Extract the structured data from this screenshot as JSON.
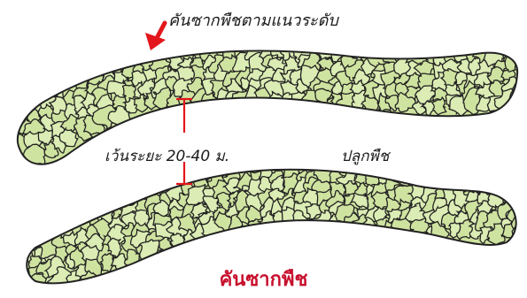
{
  "labels": {
    "contour_hedge": "คันซากพืชตามแนวระดับ",
    "spacing": "เว้นระยะ 20-40 ม.",
    "crop_area": "ปลูกพืช"
  },
  "caption": "คันซากพืช",
  "colors": {
    "foliage_fill": "#cfe3a0",
    "foliage_stroke": "#222222",
    "arrow": "#e3161b",
    "measure_line": "#e3161b",
    "caption": "#c8102e"
  },
  "icons": {
    "pointer": "down-left-arrow-icon"
  }
}
